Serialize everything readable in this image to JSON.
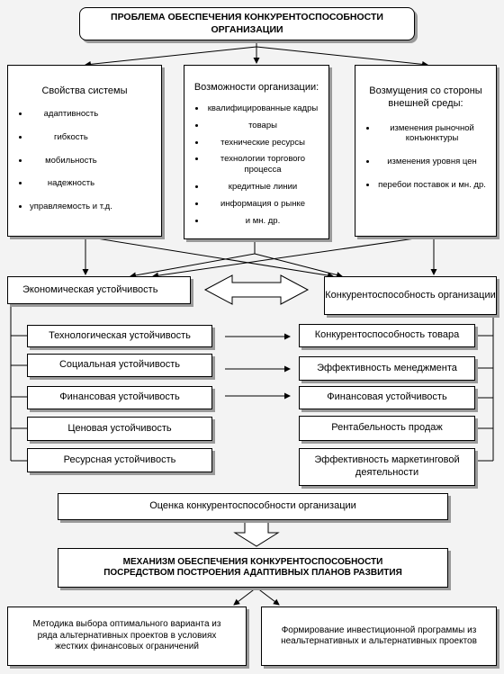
{
  "top_title": "ПРОБЛЕМА ОБЕСПЕЧЕНИЯ КОНКУРЕНТОСПОСОБНОСТИ ОРГАНИЗАЦИИ",
  "columns": [
    {
      "title": "Свойства системы",
      "items": [
        "адаптивность",
        "гибкость",
        "мобильность",
        "надежность",
        "управляемость и т.д."
      ]
    },
    {
      "title": "Возможности организации:",
      "items": [
        "квалифицированные кадры",
        "товары",
        "технические ресурсы",
        "технологии торгового процесса",
        "кредитные линии",
        "информация о рынке",
        "и мн. др."
      ]
    },
    {
      "title": "Возмущения со стороны внешней среды:",
      "items": [
        "изменения рыночной конъюнктуры",
        "изменения уровня цен",
        "перебои поставок и мн. др."
      ]
    }
  ],
  "left_head": "Экономическая устойчивость",
  "right_head": "Конкурентоспособность организации",
  "left_items": [
    "Технологическая устойчивость",
    "Социальная устойчивость",
    "Финансовая устойчивость",
    "Ценовая устойчивость",
    "Ресурсная устойчивость"
  ],
  "right_items": [
    "Конкурентоспособность товара",
    "Эффективность менеджмента",
    "Финансовая устойчивость",
    "Рентабельность продаж",
    "Эффективность маркетинговой деятельности"
  ],
  "evaluation": "Оценка конкурентоспособности организации",
  "mechanism_line1": "МЕХАНИЗМ ОБЕСПЕЧЕНИЯ КОНКУРЕНТОСПОСОБНОСТИ",
  "mechanism_line2": "ПОСРЕДСТВОМ ПОСТРОЕНИЯ АДАПТИВНЫХ ПЛАНОВ РАЗВИТИЯ",
  "bottom_left": "Методика выбора оптимального варианта из ряда альтернативных проектов в условиях жестких финансовых ограничений",
  "bottom_right": "Формирование инвестиционной программы из неальтернативных и альтернативных проектов"
}
